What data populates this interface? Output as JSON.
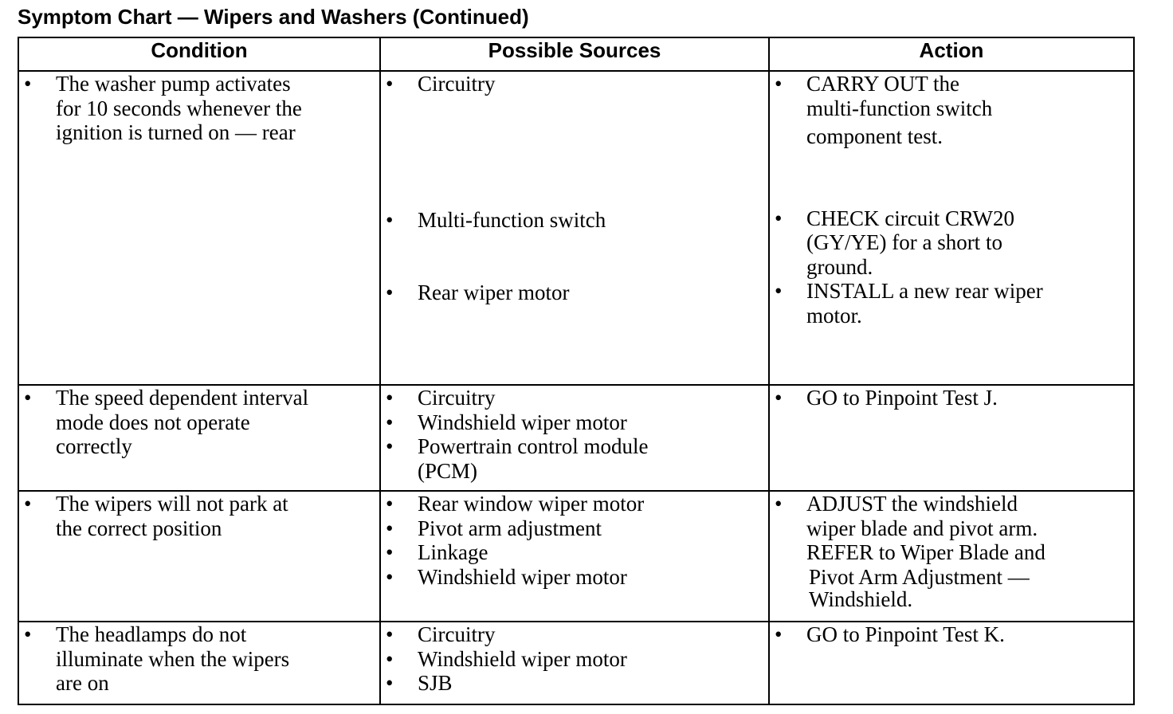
{
  "page": {
    "title": "Symptom Chart — Wipers and Washers (Continued)"
  },
  "table": {
    "headers": {
      "condition": "Condition",
      "sources": "Possible Sources",
      "action": "Action"
    },
    "rows": [
      {
        "condition": [
          "The washer pump activates",
          "for 10 seconds whenever the",
          "ignition is turned on — rear"
        ],
        "sources": [
          {
            "text": [
              "Circuitry"
            ]
          },
          {
            "text": [
              "Multi-function switch"
            ]
          },
          {
            "text": [
              "Rear wiper motor"
            ]
          }
        ],
        "actions": [
          {
            "text": [
              "CARRY OUT the",
              "multi-function switch",
              "component test."
            ]
          },
          {
            "text": [
              "CHECK circuit CRW20",
              "(GY/YE) for a short to",
              "ground."
            ]
          },
          {
            "text": [
              "INSTALL a new rear wiper",
              "motor."
            ]
          }
        ]
      },
      {
        "condition": [
          "The speed dependent interval",
          "mode does not operate",
          "correctly"
        ],
        "sources": [
          {
            "text": [
              "Circuitry"
            ]
          },
          {
            "text": [
              "Windshield wiper motor"
            ]
          },
          {
            "text": [
              "Powertrain control module",
              "(PCM)"
            ]
          }
        ],
        "actions": [
          {
            "text": [
              "GO to Pinpoint Test J."
            ]
          }
        ]
      },
      {
        "condition": [
          "The wipers will not park at",
          "the correct position"
        ],
        "sources": [
          {
            "text": [
              "Rear window wiper motor"
            ]
          },
          {
            "text": [
              "Pivot arm adjustment"
            ]
          },
          {
            "text": [
              "Linkage"
            ]
          },
          {
            "text": [
              "Windshield wiper motor"
            ]
          }
        ],
        "actions": [
          {
            "text": [
              "ADJUST the windshield",
              "wiper blade and pivot arm.",
              "REFER to Wiper Blade and",
              "Pivot Arm Adjustment —",
              "Windshield."
            ]
          }
        ]
      },
      {
        "condition": [
          "The headlamps do not",
          "illuminate when the wipers",
          "are on"
        ],
        "sources": [
          {
            "text": [
              "Circuitry"
            ]
          },
          {
            "text": [
              "Windshield wiper motor"
            ]
          },
          {
            "text": [
              "SJB"
            ]
          }
        ],
        "actions": [
          {
            "text": [
              "GO to Pinpoint Test K."
            ]
          }
        ]
      }
    ]
  },
  "icons": {
    "bullet": "•"
  }
}
